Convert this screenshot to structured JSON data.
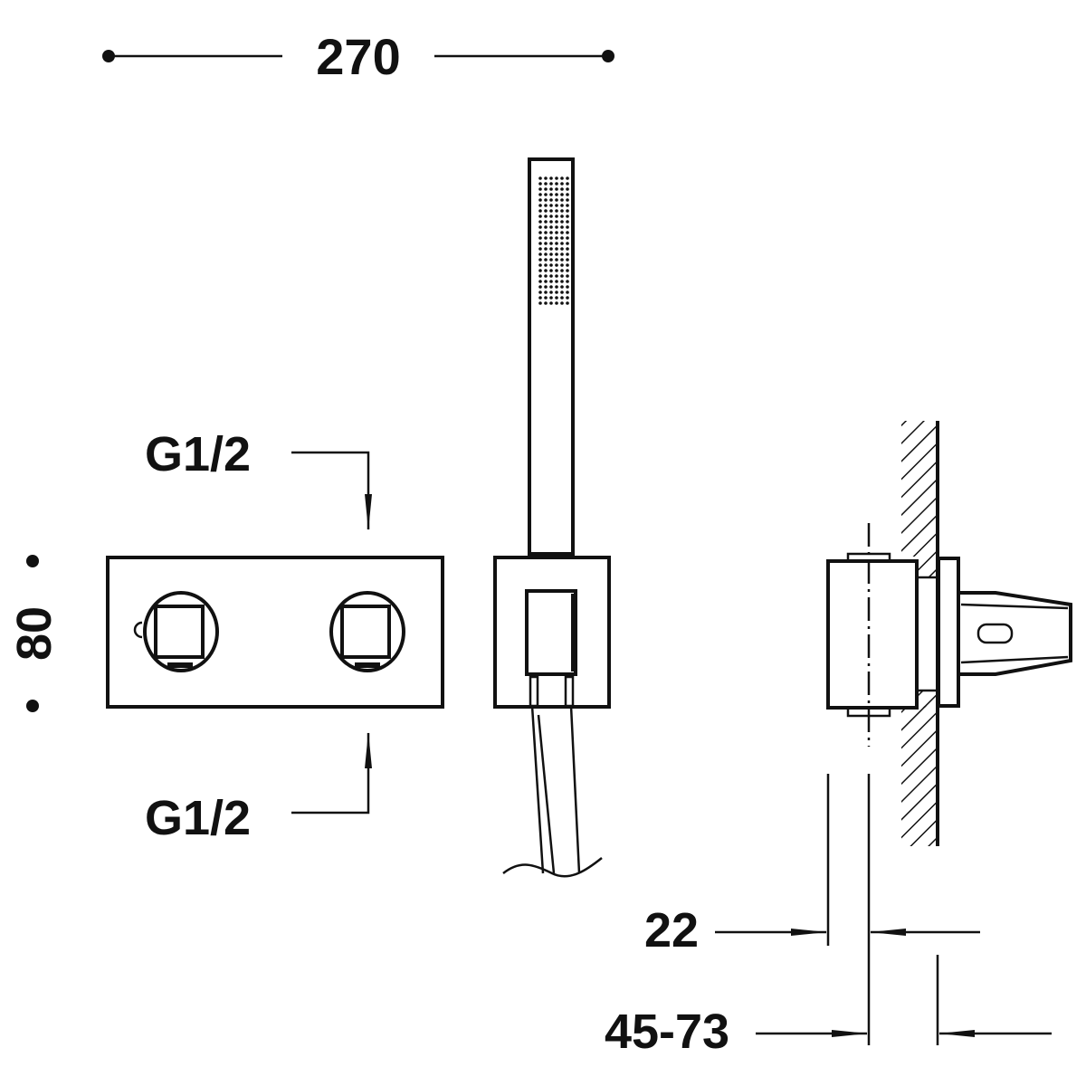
{
  "drawing": {
    "dimensions": {
      "overall_width": "270",
      "plate_height": "80",
      "depth_min": "22",
      "depth_range": "45-73"
    },
    "connections": {
      "inlet_top": "G1/2",
      "inlet_bottom": "G1/2"
    },
    "line_color": "#111111",
    "background_color": "#ffffff"
  }
}
